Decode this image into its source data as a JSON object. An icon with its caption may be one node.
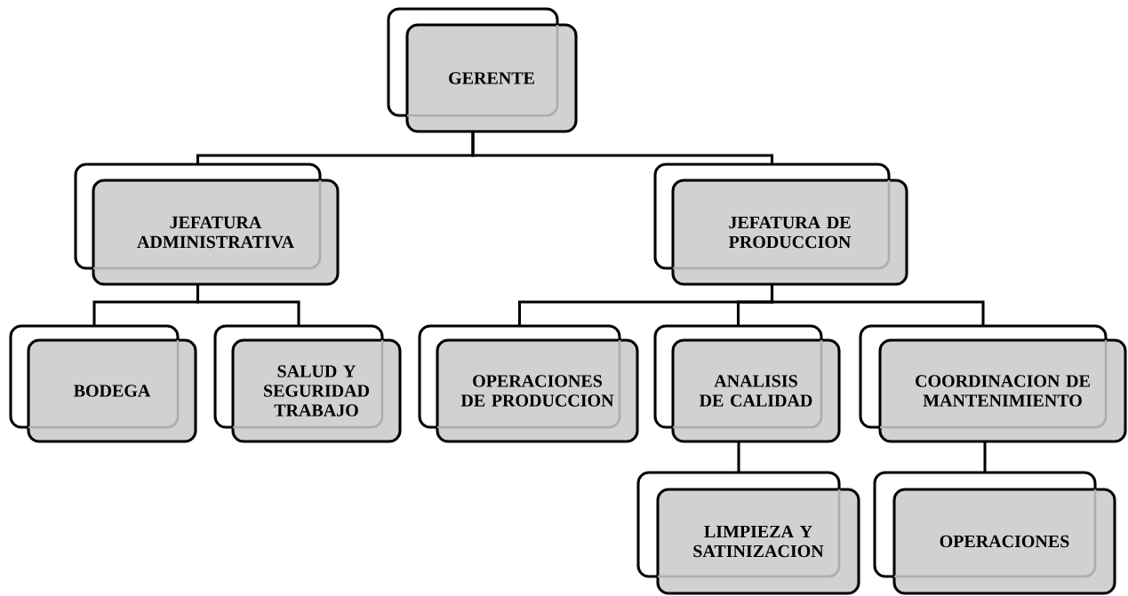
{
  "diagram": {
    "nodes": [
      {
        "text": [
          "GERENTE"
        ]
      },
      {
        "text": [
          "JEFATURA ADMINISTRATIVA"
        ]
      },
      {
        "text": [
          "JEFATURA DE PRODUCCION"
        ]
      },
      {
        "text": [
          "BODEGA"
        ]
      },
      {
        "text": [
          "SALUD Y SEGURIDAD TRABAJO"
        ]
      },
      {
        "text": [
          "OPERACIONES DE PRODUCCION"
        ]
      },
      {
        "text": [
          "ANALISIS DE CALIDAD"
        ]
      },
      {
        "text": [
          "COORDINACION DE MANTENIMIENTO"
        ]
      },
      {
        "text": [
          "LIMPIEZA Y SATINIZACION"
        ]
      },
      {
        "text": [
          "OPERACIONES"
        ]
      }
    ],
    "edges": [
      {
        "from": 0,
        "to": 1,
        "arrow": "none"
      },
      {
        "from": 0,
        "to": 2,
        "arrow": "none"
      },
      {
        "from": 1,
        "to": 3,
        "arrow": "none"
      },
      {
        "from": 1,
        "to": 4,
        "arrow": "none"
      },
      {
        "from": 2,
        "to": 5,
        "arrow": "none"
      },
      {
        "from": 2,
        "to": 6,
        "arrow": "none"
      },
      {
        "from": 2,
        "to": 7,
        "arrow": "none"
      },
      {
        "from": 6,
        "to": 8,
        "arrow": "none"
      },
      {
        "from": 7,
        "to": 9,
        "arrow": "none"
      }
    ]
  }
}
